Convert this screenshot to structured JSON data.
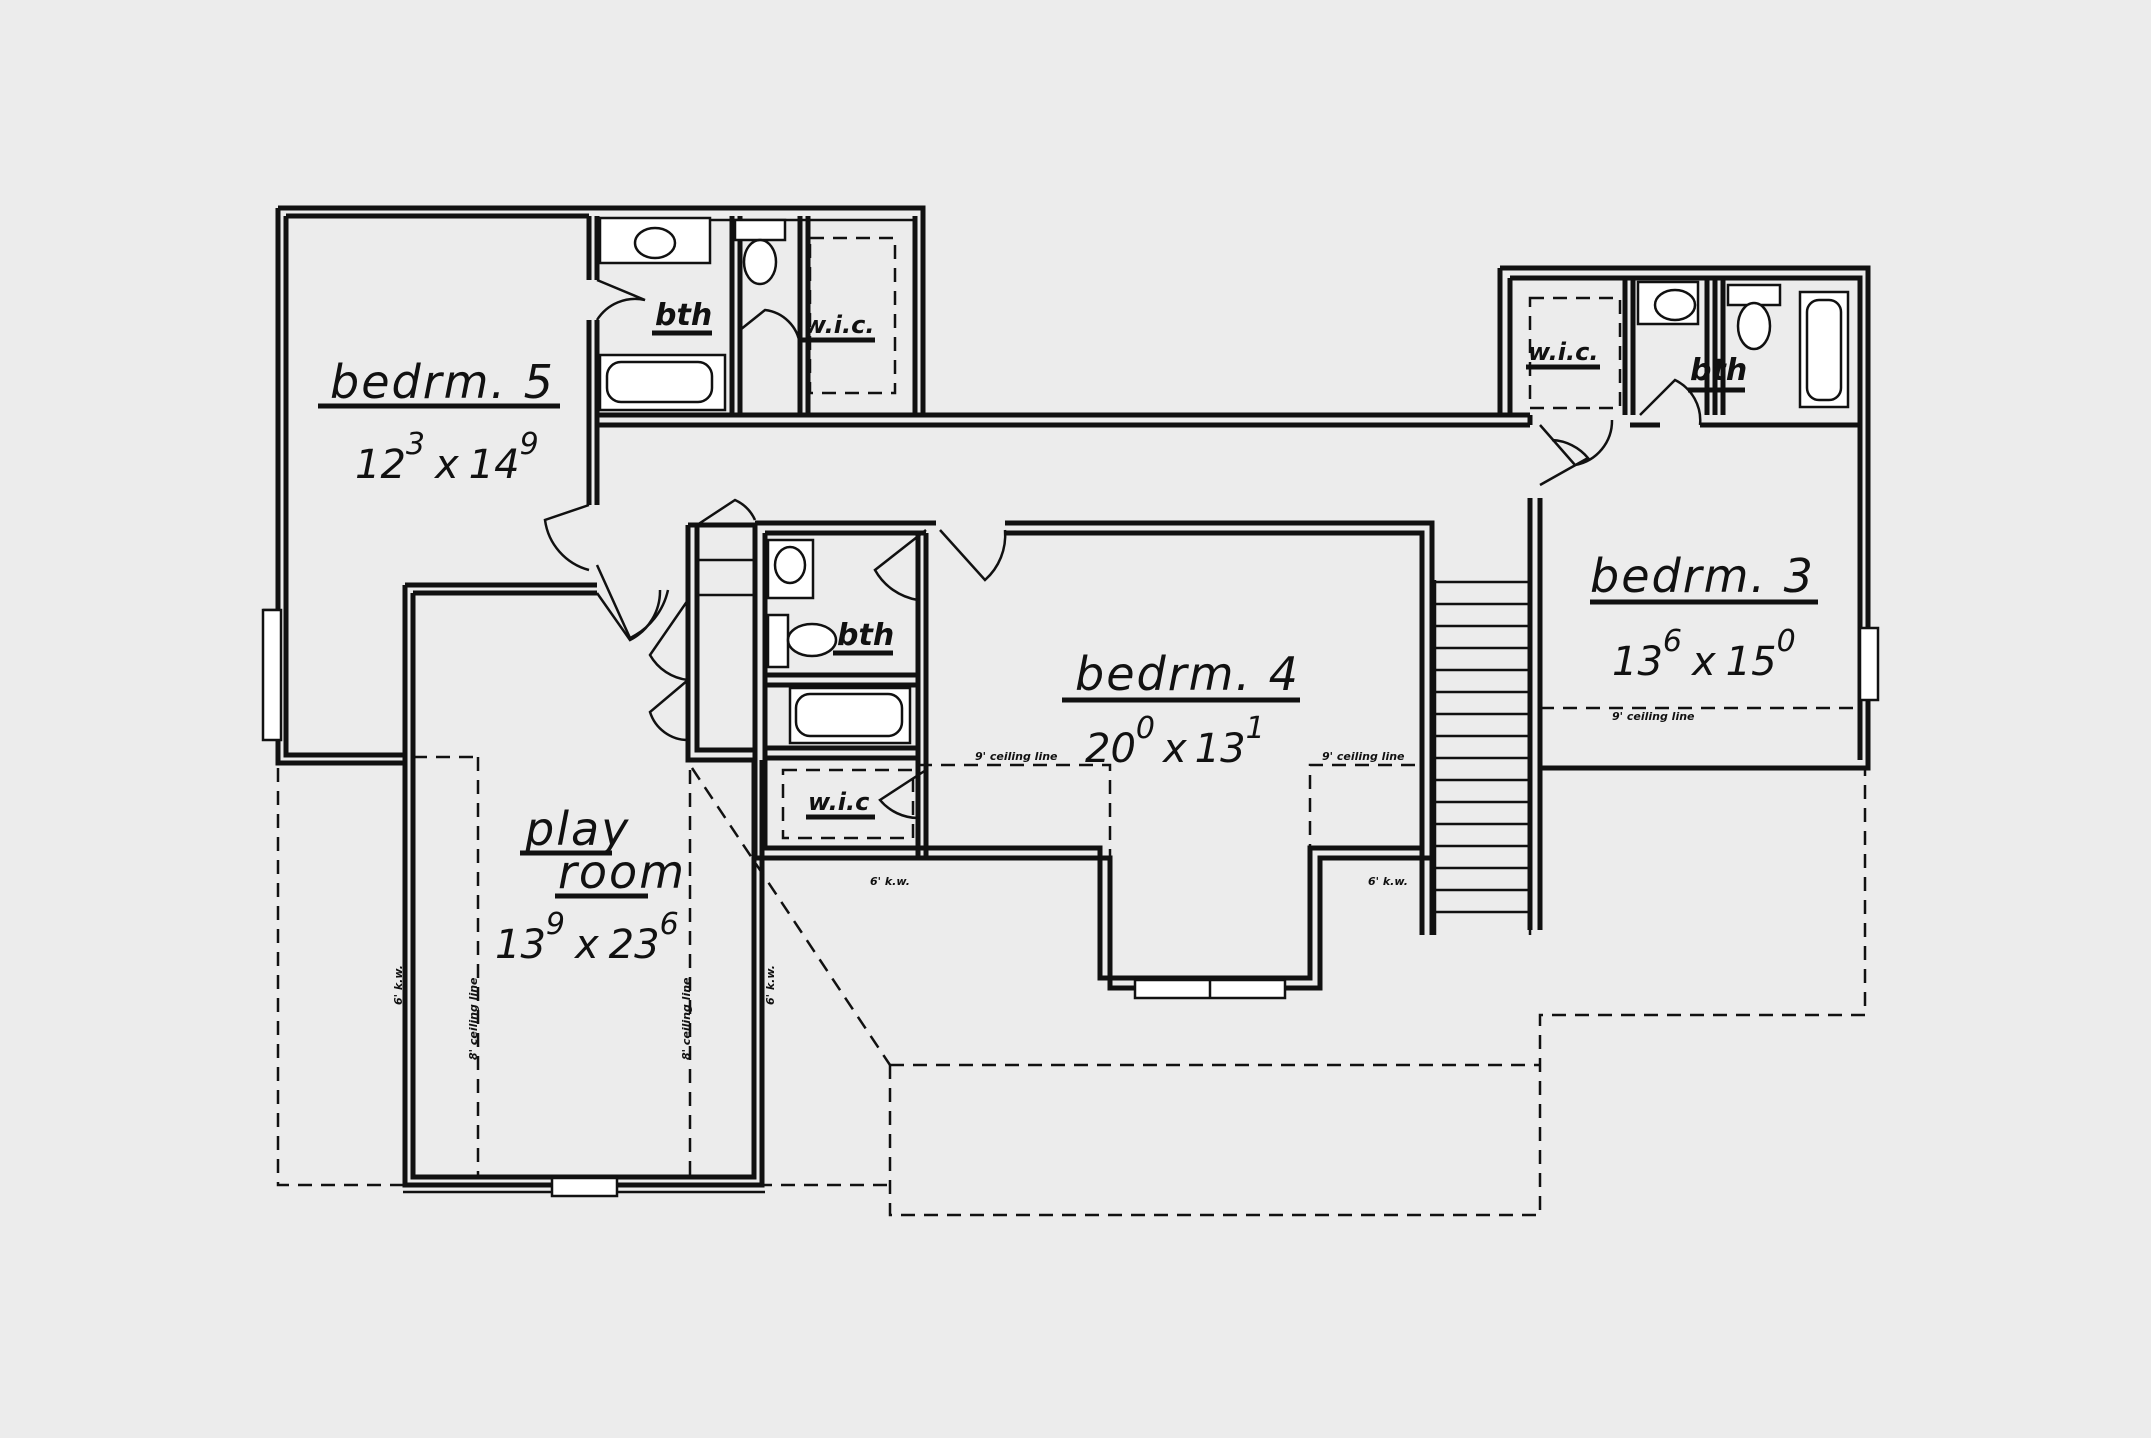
{
  "rooms": {
    "bedrm5": {
      "name": "bedrm. 5",
      "dim_a": "12",
      "sup_a": "3",
      "x": "x",
      "dim_b": "14",
      "sup_b": "9"
    },
    "bedrm4": {
      "name": "bedrm. 4",
      "dim_a": "20",
      "sup_a": "0",
      "x": "x",
      "dim_b": "13",
      "sup_b": "1"
    },
    "bedrm3": {
      "name": "bedrm. 3",
      "dim_a": "13",
      "sup_a": "6",
      "x": "x",
      "dim_b": "15",
      "sup_b": "0"
    },
    "playroom": {
      "name_line1": "play",
      "name_line2": "room",
      "dim_a": "13",
      "sup_a": "9",
      "x": "x",
      "dim_b": "23",
      "sup_b": "6"
    }
  },
  "labels": {
    "bath": "bth",
    "wic_long": "w.i.c.",
    "wic_short": "w.i.c",
    "ceiling_9": "9' ceiling line",
    "ceiling_8": "8' ceiling line",
    "knee_wall": "6' k.w."
  }
}
